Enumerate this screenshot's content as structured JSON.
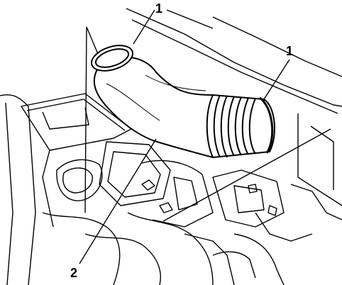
{
  "callouts": [
    {
      "id": "1a",
      "label": "1"
    },
    {
      "id": "1b",
      "label": "1"
    },
    {
      "id": "2",
      "label": "2"
    }
  ],
  "colors": {
    "ink": "#000000",
    "paper": "#ffffff"
  }
}
